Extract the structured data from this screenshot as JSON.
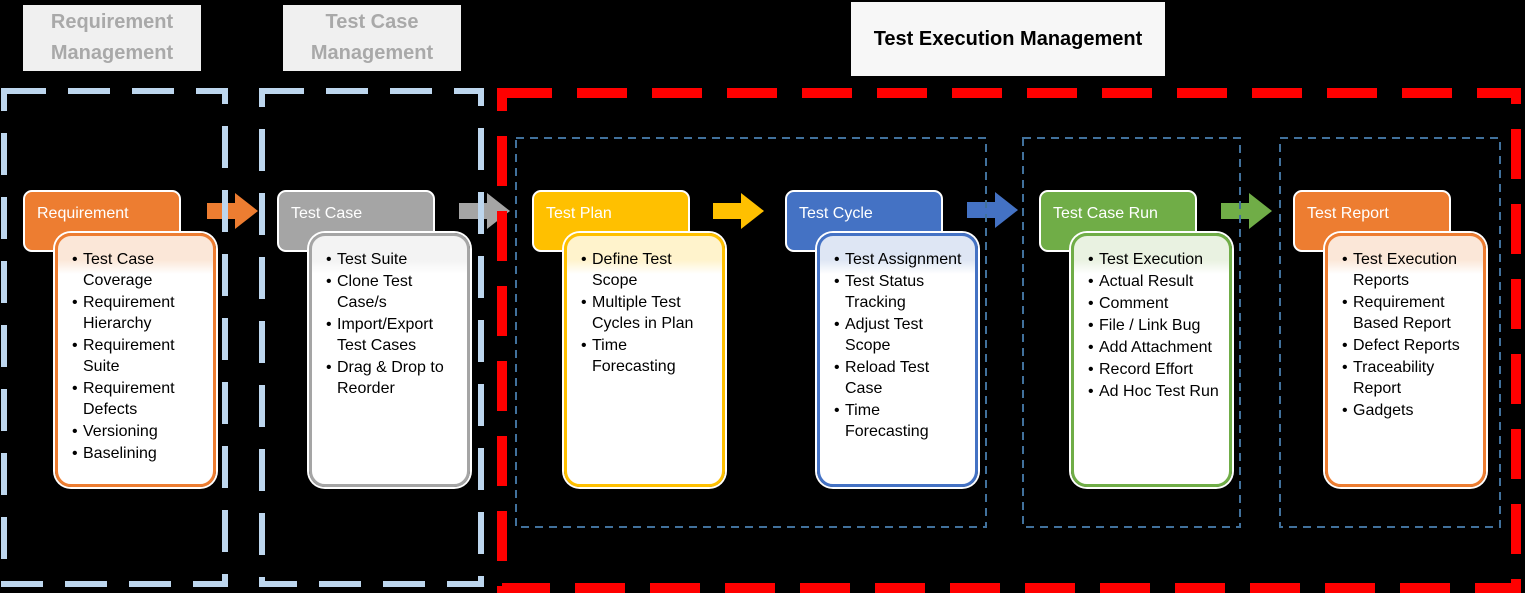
{
  "section_headers": [
    {
      "label": "Requirement Management",
      "text_color": "#A9A9A9",
      "bg": "#F0F0F0"
    },
    {
      "label": "Test Case Management",
      "text_color": "#A9A9A9",
      "bg": "#F0F0F0"
    },
    {
      "label": "Test Execution Management",
      "text_color": "#000000",
      "bg": "#F7F7F7"
    }
  ],
  "cards": [
    {
      "title": "Requirement",
      "accent": "#ED7D31",
      "bullets": [
        "Test Case Coverage",
        "Requirement Hierarchy",
        "Requirement Suite",
        "Requirement Defects",
        "Versioning",
        "Baselining"
      ]
    },
    {
      "title": "Test Case",
      "accent": "#A5A5A5",
      "bullets": [
        "Test Suite",
        "Clone Test Case/s",
        "Import/Export Test Cases",
        "Drag & Drop to Reorder"
      ]
    },
    {
      "title": "Test Plan",
      "accent": "#FFC000",
      "bullets": [
        "Define Test Scope",
        "Multiple Test Cycles in Plan",
        "Time Forecasting"
      ]
    },
    {
      "title": "Test Cycle",
      "accent": "#4472C4",
      "bullets": [
        "Test Assignment",
        "Test Status Tracking",
        "Adjust Test Scope",
        "Reload Test Case",
        "Time Forecasting"
      ]
    },
    {
      "title": "Test Case Run",
      "accent": "#70AD47",
      "bullets": [
        "Test Execution",
        "Actual Result",
        "Comment",
        "File / Link Bug",
        "Add Attachment",
        "Record Effort",
        "Ad Hoc Test Run"
      ]
    },
    {
      "title": "Test Report",
      "accent": "#ED7D31",
      "bullets": [
        "Test Execution Reports",
        "Requirement Based Report",
        "Defect Reports",
        "Traceability Report",
        "Gadgets"
      ]
    }
  ],
  "arrows": [
    {
      "name": "requirement-to-test-case",
      "color": "#ED7D31"
    },
    {
      "name": "test-case-to-test-plan",
      "color": "#A5A5A5"
    },
    {
      "name": "test-plan-to-test-cycle",
      "color": "#FFC000"
    },
    {
      "name": "test-cycle-to-test-case-run",
      "color": "#4472C4"
    },
    {
      "name": "test-case-run-to-test-report",
      "color": "#70AD47"
    }
  ],
  "borders": {
    "requirement_section_color": "#BDD6EE",
    "test_case_section_color": "#BDD6EE",
    "test_execution_section_color": "#FF0000",
    "inner_group_color": "#41719C"
  },
  "background_color": "#000000"
}
